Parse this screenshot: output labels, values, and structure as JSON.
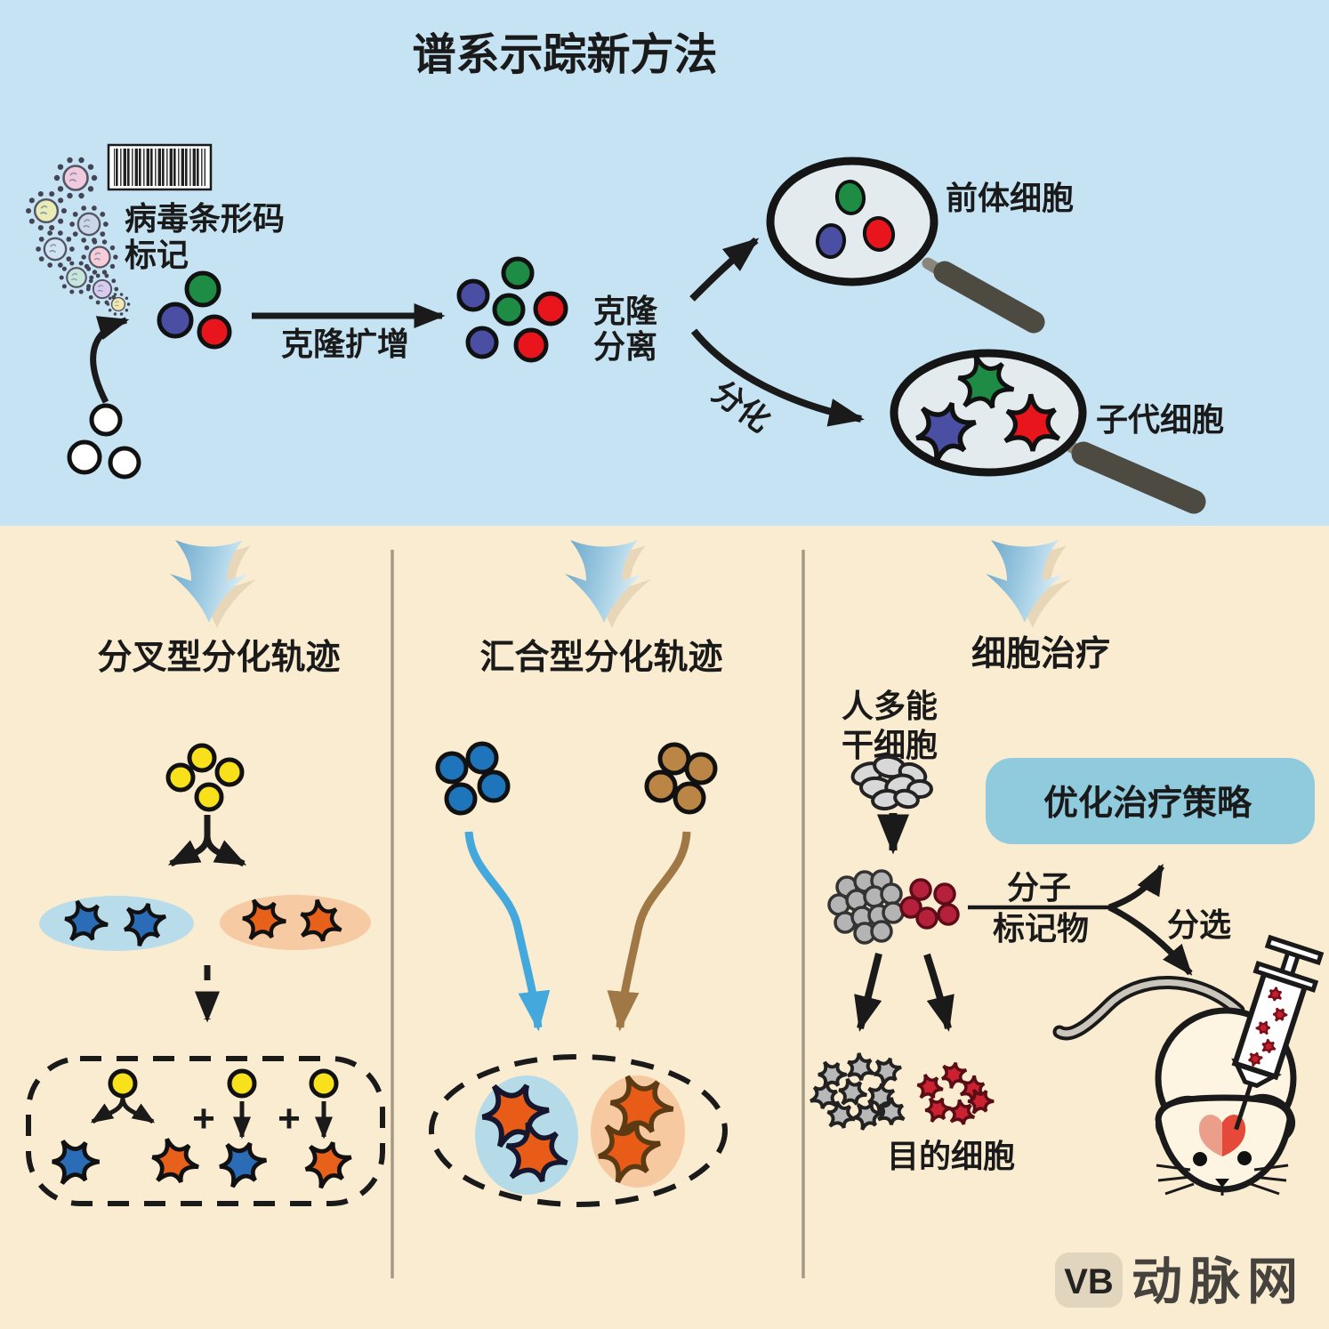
{
  "title": "谱系示踪新方法",
  "top": {
    "virus_label1": "病毒条形码",
    "virus_label2": "标记",
    "expand": "克隆扩增",
    "separate1": "克隆",
    "separate2": "分离",
    "diff": "分化",
    "precursor": "前体细胞",
    "progeny": "子代细胞"
  },
  "cols": {
    "left": {
      "header": "分叉型分化轨迹",
      "plus": "+"
    },
    "mid": {
      "header": "汇合型分化轨迹"
    },
    "right": {
      "header": "细胞治疗",
      "stem1": "人多能",
      "stem2": "干细胞",
      "box": "优化治疗策略",
      "marker1": "分子",
      "marker2": "标记物",
      "sort": "分选",
      "target": "目的细胞"
    }
  },
  "watermark": {
    "logo": "VB",
    "name": "动脉网"
  },
  "colors": {
    "top_background": "#c5e3f3",
    "bottom_background": "#faecd1",
    "strategy_box": "#90cbdd",
    "cell_green": "#1e8c45",
    "cell_indigo": "#4a4fa3",
    "cell_red": "#e8151d",
    "cell_yellow": "#f8e11a",
    "cell_blue": "#1f75bc",
    "cell_brown": "#bb8546",
    "cell_gray": "#b8b8b8",
    "cell_dark_red": "#b5213a",
    "star_blue": "#2a6cb5",
    "star_orange": "#e8611b",
    "ellipse_light_blue": "#b9dcea",
    "ellipse_light_orange": "#f6caa2"
  }
}
